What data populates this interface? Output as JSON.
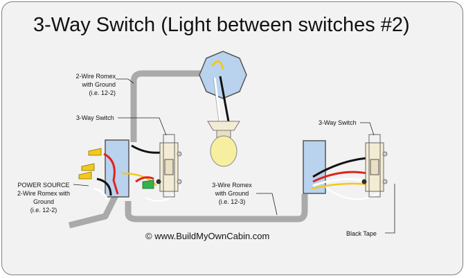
{
  "title": "3-Way Switch (Light between switches #2)",
  "labels": {
    "romex_top_line1": "2-Wire Romex",
    "romex_top_line2": "with Ground",
    "romex_top_line3": "(i.e. 12-2)",
    "switch_left": "3-Way Switch",
    "switch_right": "3-Way Switch",
    "power_line1": "POWER SOURCE",
    "power_line2": "2-Wire Romex with",
    "power_line3": "Ground",
    "power_line4": "(i.e. 12-2)",
    "romex3_line1": "3-Wire Romex",
    "romex3_line2": "with Ground",
    "romex3_line3": "(i.e. 12-3)",
    "black_tape": "Black Tape",
    "credit": "© www.BuildMyOwnCabin.com"
  },
  "colors": {
    "background": "#f2f2f2",
    "box_blue": "#b9d3ee",
    "cable_gray": "#b4b4b4",
    "wire_black": "#111111",
    "wire_red": "#e0231b",
    "wire_white": "#ffffff",
    "wire_yellow": "#f2c81b",
    "switch_cream": "#f3ecd4",
    "bulb_yellow": "#f7efa0"
  }
}
